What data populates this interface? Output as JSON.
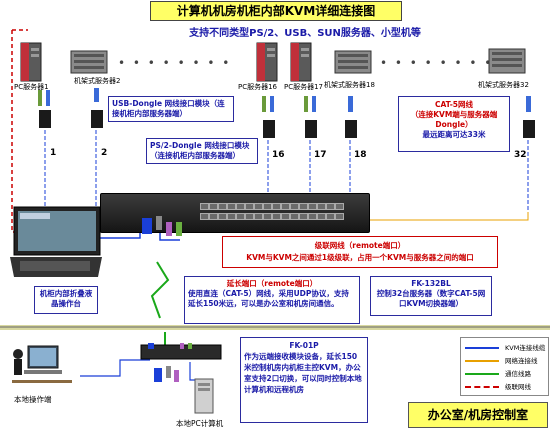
{
  "title": "计算机机房机柜内部KVM详细连接图",
  "subtitle": "支持不同类型PS/2、USB、SUN服务器、小型机等",
  "servers": [
    {
      "label": "PC服务器1"
    },
    {
      "label": "机架式服务器2"
    },
    {
      "label": "PC服务器16"
    },
    {
      "label": "PC服务器17"
    },
    {
      "label": "机架式服务器18"
    },
    {
      "label": "机架式服务器32"
    }
  ],
  "dots": "• • • • • • • •",
  "port_numbers": [
    "1",
    "2",
    "16",
    "17",
    "18",
    "32"
  ],
  "notes": {
    "usb_dongle": "USB-Dongle 网线接口模块（连接机柜内部服务器端）",
    "ps2_dongle": "PS/2-Dongle 网线接口模块（连接机柜内部服务器端）",
    "cat5_title": "CAT-5网线",
    "cat5_body": "（连接KVM端与服务器端Dongle）",
    "cat5_dist": "最远距离可达33米",
    "cascade_title": "级联网线（remote端口）",
    "cascade_body": "KVM与KVM之间通过1级级联，占用一个KVM与服务器之间的端口",
    "extend_title": "延长端口（remote端口）",
    "extend_body": "使用直连（CAT-5）网线，采用UDP协议，支持延长150米远，可以是办公室和机房间通信。",
    "fk132_title": "FK-132BL",
    "fk132_body": "控制32台服务器（数字CAT-5网口KVM切换器端）",
    "fk01p_title": "FK-01P",
    "fk01p_body": "作为远端接收模块设备，延长150米控制机房内机柜主控KVM，办公室支持2口切换，可以同时控制本地计算机和远程机房",
    "lcd_console": "机柜内部折叠液晶操作台",
    "local_console": "本地操作端",
    "local_pc": "本地PC计算机"
  },
  "legend": {
    "items": [
      {
        "label": "KVM连接线缆",
        "color": "#1a3fd8"
      },
      {
        "label": "网络连接线",
        "color": "#e8a000"
      },
      {
        "label": "通信线路",
        "color": "#1aa81a"
      },
      {
        "label": "级联网线",
        "color": "#cc0000"
      }
    ]
  },
  "office_label": "办公室/机房控制室",
  "colors": {
    "kvm_cable": "#1a3fd8",
    "network": "#e8a000",
    "comm": "#1aa81a",
    "cascade": "#cc0000",
    "title_bg": "#ffff66",
    "box_border": "#2b2b9f"
  }
}
